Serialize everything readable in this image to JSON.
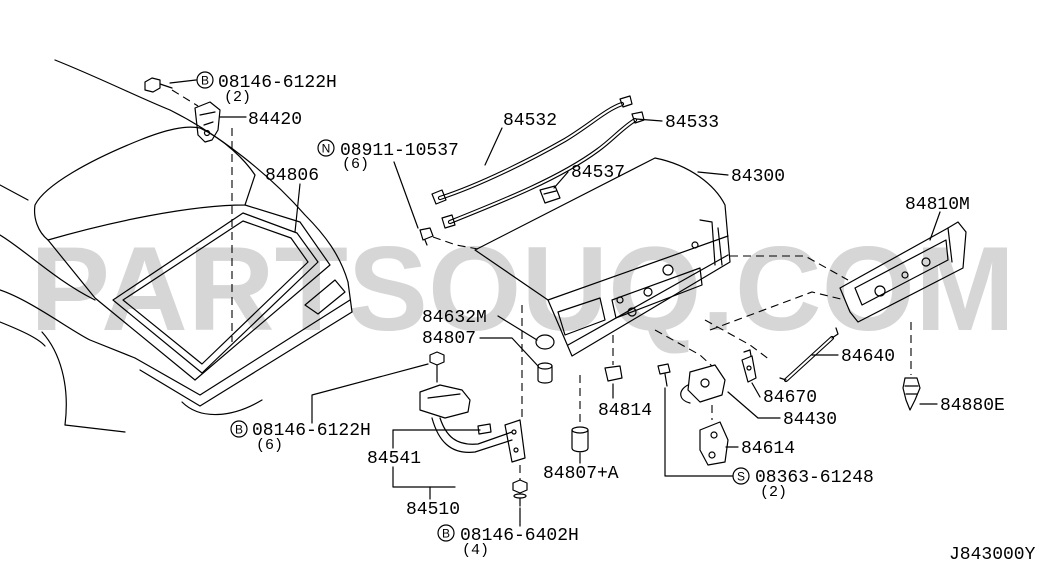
{
  "diagram": {
    "watermark": "PARTSOUQ.COM",
    "drawing_code": "J843000Y",
    "part_numbers": [
      "84420",
      "84806",
      "84532",
      "84533",
      "84537",
      "84300",
      "84810M",
      "84632M",
      "84807",
      "84640",
      "84670",
      "84880E",
      "84814",
      "84430",
      "84614",
      "84541",
      "84807+A",
      "84510"
    ],
    "fasteners": [
      {
        "symbol": "B",
        "number": "08146-6122H",
        "qty": "(2)"
      },
      {
        "symbol": "N",
        "number": "08911-10537",
        "qty": "(6)"
      },
      {
        "symbol": "B",
        "number": "08146-6122H",
        "qty": "(6)"
      },
      {
        "symbol": "S",
        "number": "08363-61248",
        "qty": "(2)"
      },
      {
        "symbol": "B",
        "number": "08146-6402H",
        "qty": "(4)"
      }
    ]
  }
}
